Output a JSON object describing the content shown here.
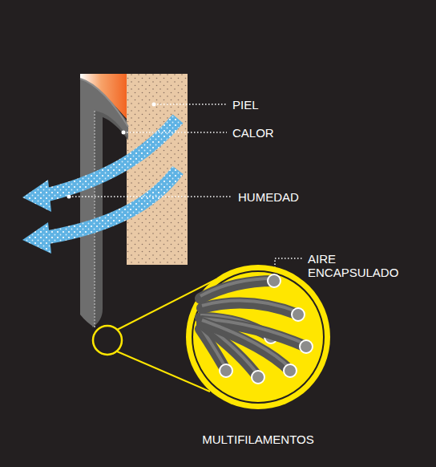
{
  "diagram": {
    "labels": [
      "PIEL",
      "CALOR",
      "HUMEDAD",
      "AIRE ENCAPSULADO",
      "MULTIFILAMENTOS"
    ]
  }
}
